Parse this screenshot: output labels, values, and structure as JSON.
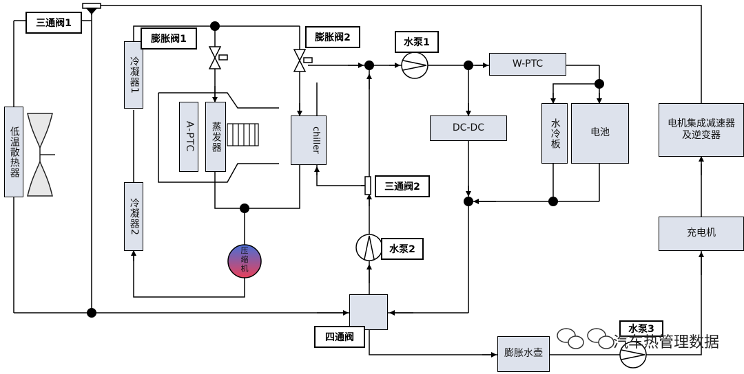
{
  "components": {
    "radiator": "低温散热器",
    "condenser1": "冷凝器1",
    "condenser2": "冷凝器2",
    "aptc": "A-PTC",
    "evaporator": "蒸发器",
    "chiller": "chiller",
    "compressor": "压缩机",
    "wptc": "W-PTC",
    "dcdc": "DC-DC",
    "water_cold_plate": "水冷板",
    "battery": "电池",
    "motor": "电机集成减速器及逆变器",
    "charger": "充电机",
    "expansion_tank": "膨胀水壶"
  },
  "tags": {
    "three_way_1": "三通阀1",
    "expansion_valve_1": "膨胀阀1",
    "expansion_valve_2": "膨胀阀2",
    "pump_1": "水泵1",
    "three_way_2": "三通阀2",
    "pump_2": "水泵2",
    "four_way": "四通阀",
    "pump_3": "水泵3"
  },
  "watermark": "汽车热管理数据"
}
